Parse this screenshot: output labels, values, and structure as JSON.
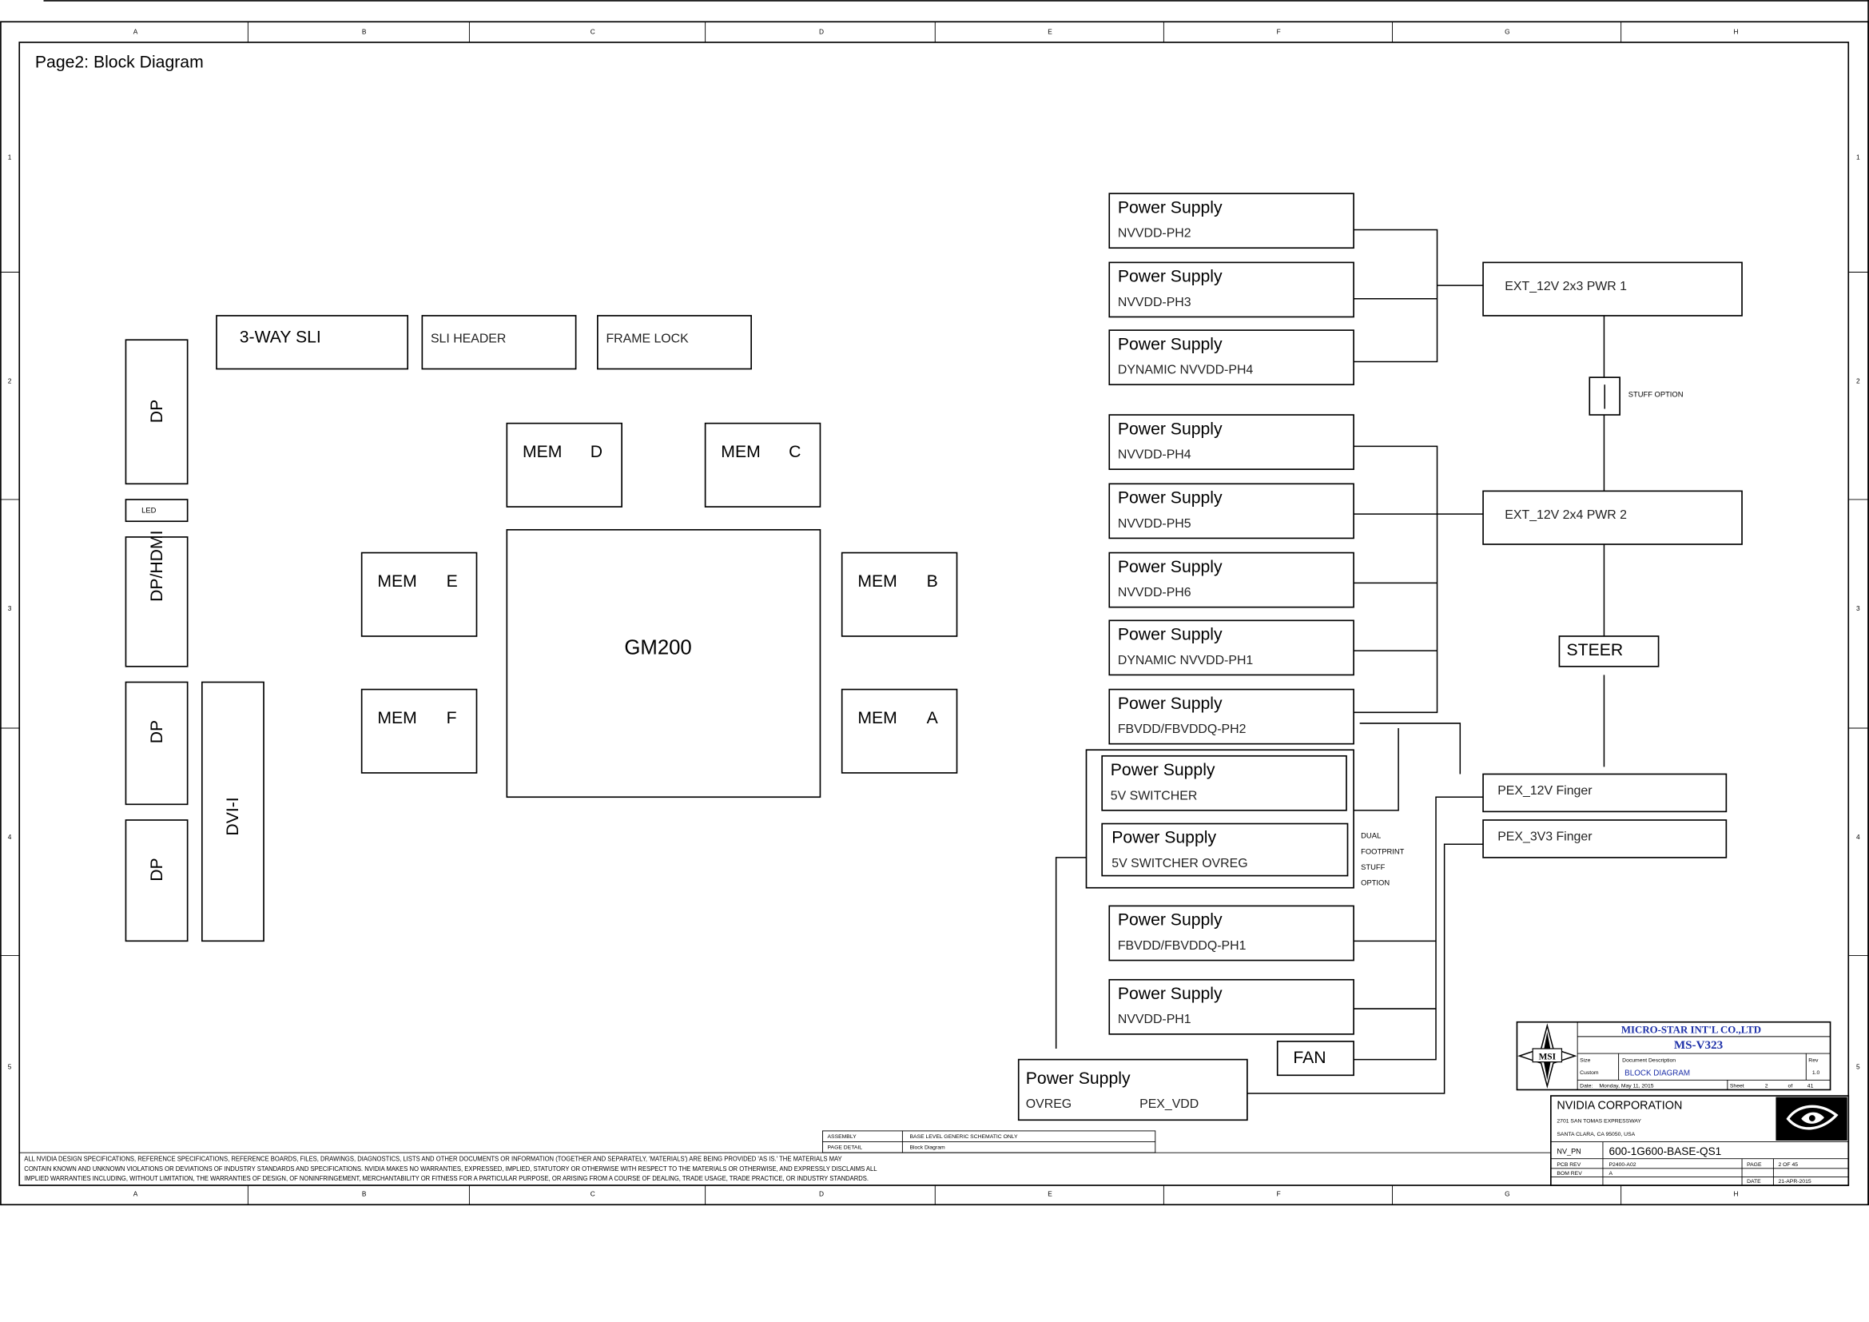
{
  "page_title": "Page2: Block Diagram",
  "zones": {
    "columns": [
      "A",
      "B",
      "C",
      "D",
      "E",
      "F",
      "G",
      "H"
    ],
    "rows": [
      "1",
      "2",
      "3",
      "4",
      "5"
    ]
  },
  "connectors": [
    "DP",
    "LED",
    "DP/HDMI",
    "DP",
    "DP",
    "DVI-I"
  ],
  "top_blocks": [
    "3-WAY SLI",
    "SLI HEADER",
    "FRAME LOCK"
  ],
  "gpu": "GM200",
  "memory": [
    {
      "label": "MEM",
      "bank": "D"
    },
    {
      "label": "MEM",
      "bank": "C"
    },
    {
      "label": "MEM",
      "bank": "E"
    },
    {
      "label": "MEM",
      "bank": "F"
    },
    {
      "label": "MEM",
      "bank": "B"
    },
    {
      "label": "MEM",
      "bank": "A"
    }
  ],
  "power_supplies": [
    {
      "title": "Power Supply",
      "rail": "NVVDD-PH2"
    },
    {
      "title": "Power Supply",
      "rail": "NVVDD-PH3"
    },
    {
      "title": "Power Supply",
      "rail": "DYNAMIC NVVDD-PH4"
    },
    {
      "title": "Power Supply",
      "rail": "NVVDD-PH4"
    },
    {
      "title": "Power Supply",
      "rail": "NVVDD-PH5"
    },
    {
      "title": "Power Supply",
      "rail": "NVVDD-PH6"
    },
    {
      "title": "Power Supply",
      "rail": "DYNAMIC NVVDD-PH1"
    },
    {
      "title": "Power Supply",
      "rail": "FBVDD/FBVDDQ-PH2"
    },
    {
      "title": "Power Supply",
      "rail": "FBVDD/FBVDDQ-PH1"
    },
    {
      "title": "Power Supply",
      "rail": "NVVDD-PH1"
    }
  ],
  "dual_footprint": {
    "switchers": [
      {
        "title": "Power Supply",
        "rail": "5V SWITCHER"
      },
      {
        "title": "Power Supply",
        "rail": "5V SWITCHER OVREG"
      }
    ],
    "note": [
      "DUAL",
      "FOOTPRINT",
      "STUFF",
      "OPTION"
    ]
  },
  "ovreg_supply": {
    "title": "Power Supply",
    "left": "OVREG",
    "right": "PEX_VDD"
  },
  "fan": "FAN",
  "inputs": {
    "ext_pwr1": "EXT_12V 2x3 PWR 1",
    "ext_pwr2": "EXT_12V 2x4 PWR 2",
    "pex_12v": "PEX_12V Finger",
    "pex_3v3": "PEX_3V3 Finger"
  },
  "stuff_option": "STUFF OPTION",
  "steer": "STEER",
  "assembly_table": {
    "assembly_label": "ASSEMBLY",
    "assembly_value": "BASE LEVEL GENERIC SCHEMATIC ONLY",
    "page_detail_label": "PAGE DETAIL",
    "page_detail_value": "Block Diagram"
  },
  "disclaimer": [
    "ALL NVIDIA DESIGN SPECIFICATIONS, REFERENCE SPECIFICATIONS, REFERENCE BOARDS, FILES, DRAWINGS, DIAGNOSTICS, LISTS AND OTHER DOCUMENTS OR INFORMATION (TOGETHER AND SEPARATELY, 'MATERIALS') ARE BEING PROVIDED 'AS IS.' THE MATERIALS MAY",
    "CONTAIN KNOWN AND UNKNOWN VIOLATIONS OR DEVIATIONS OF INDUSTRY STANDARDS AND SPECIFICATIONS. NVIDIA MAKES NO WARRANTIES, EXPRESSED, IMPLIED, STATUTORY OR OTHERWISE WITH RESPECT TO THE MATERIALS OR OTHERWISE, AND EXPRESSLY DISCLAIMS ALL",
    "IMPLIED WARRANTIES INCLUDING, WITHOUT LIMITATION, THE WARRANTIES OF DESIGN, OF NONINFRINGEMENT, MERCHANTABILITY OR FITNESS FOR A PARTICULAR PURPOSE, OR ARISING FROM A COURSE OF DEALING, TRADE USAGE, TRADE PRACTICE, OR INDUSTRY STANDARDS."
  ],
  "msi_block": {
    "logo_text": "MSI",
    "company": "MICRO-STAR INT'L CO.,LTD",
    "model": "MS-V323",
    "size_label": "Size",
    "size_value": "Custom",
    "doc_label": "Document Description",
    "doc_value": "BLOCK DIAGRAM",
    "rev_label": "Rev",
    "rev_value": "1.0",
    "date_label": "Date:",
    "date_value": "Monday, May 11, 2015",
    "sheet_label": "Sheet",
    "sheet_value": "2",
    "of_label": "of",
    "sheet_total": "41"
  },
  "nvidia_block": {
    "company": "NVIDIA CORPORATION",
    "address_1": "2701 SAN TOMAS EXPRESSWAY",
    "address_2": "SANTA CLARA, CA 95050, USA",
    "pn_label": "NV_PN",
    "pn_value": "600-1G600-BASE-QS1",
    "pcb_rev_label": "PCB REV",
    "pcb_rev_value": "P2400-A02",
    "page_label": "PAGE",
    "page_value": "2 OF 45",
    "bom_rev_label": "BOM REV",
    "bom_rev_value": "A",
    "date_label": "DATE",
    "date_value": "21-APR-2015"
  }
}
